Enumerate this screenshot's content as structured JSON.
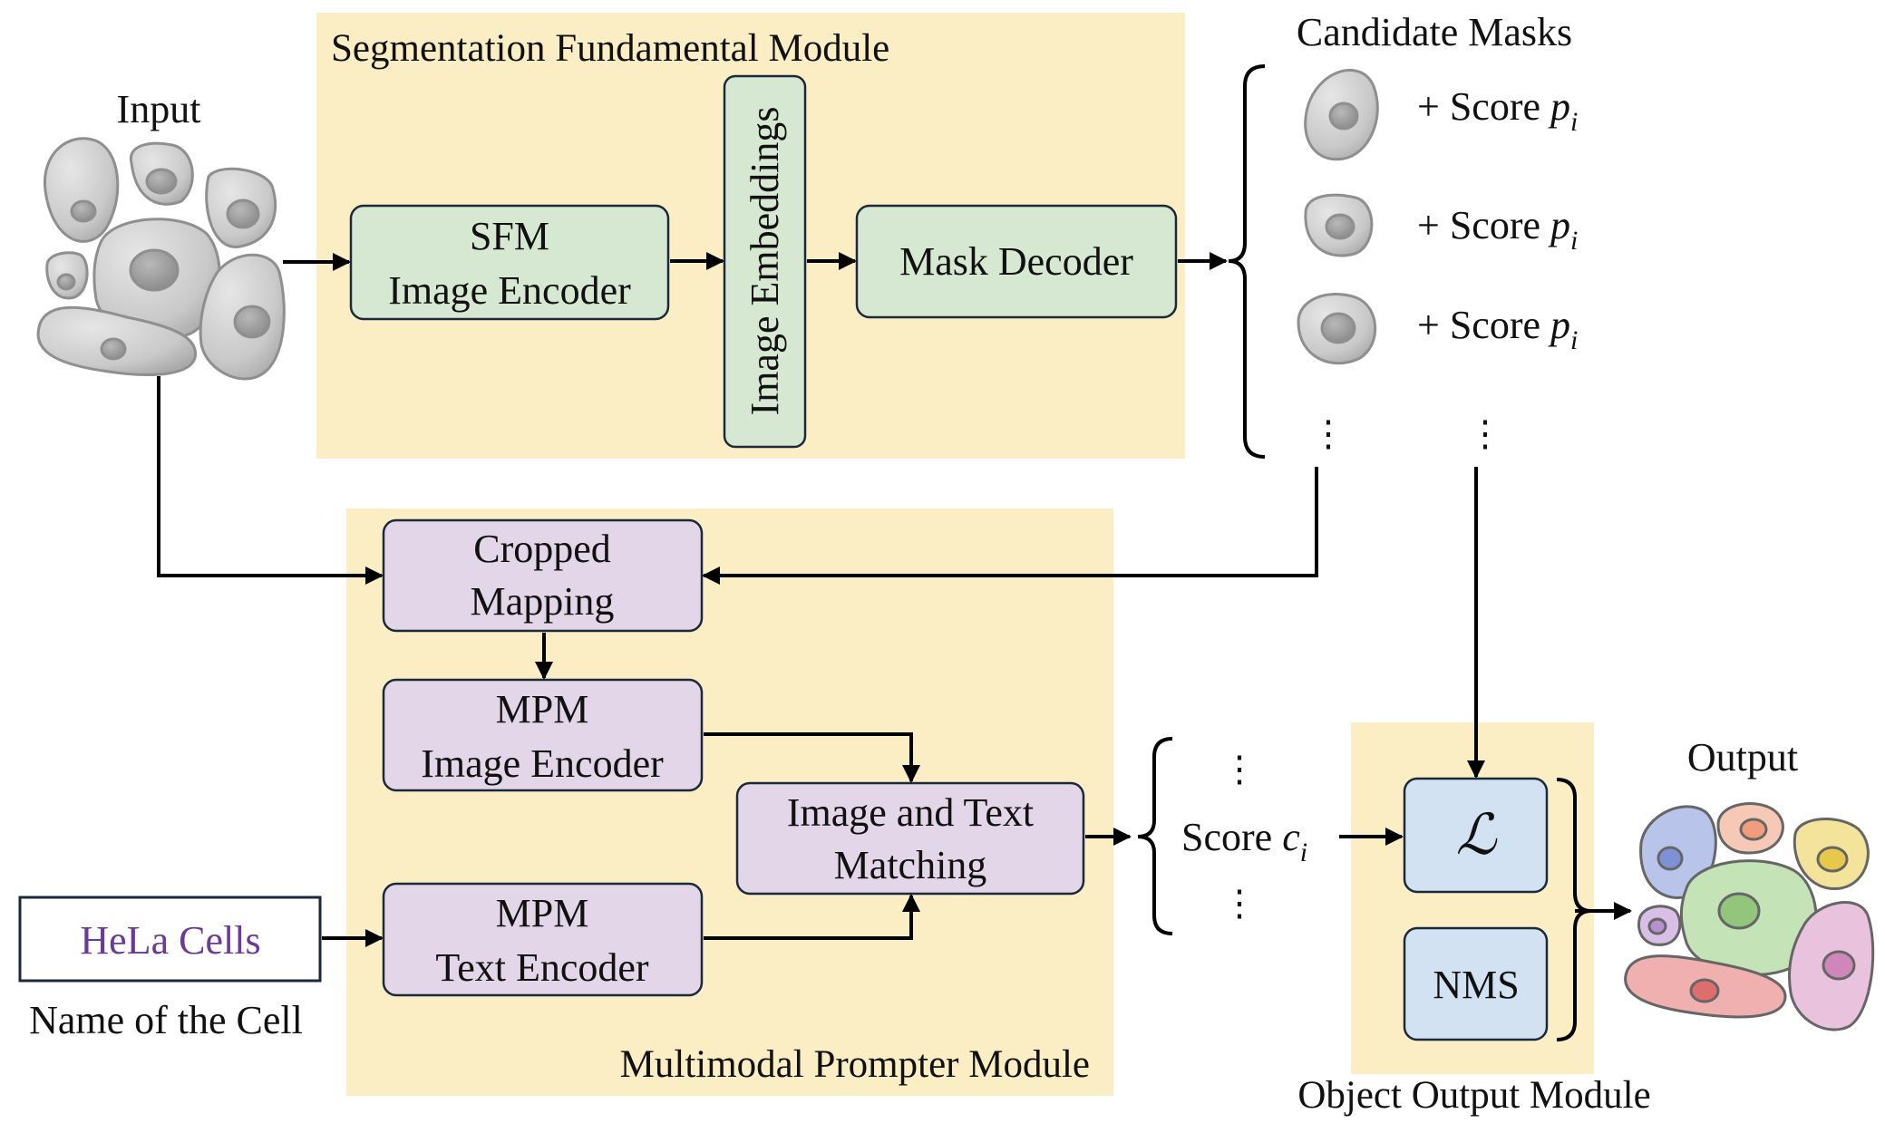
{
  "modules": {
    "sfm": {
      "title": "Segmentation Fundamental Module"
    },
    "mpm": {
      "title": "Multimodal Prompter Module"
    },
    "oom": {
      "title": "Object Output Module"
    }
  },
  "labels": {
    "input": "Input",
    "output": "Output",
    "candidate_masks": "Candidate Masks",
    "name_of_cell": "Name of the Cell",
    "vertical_dots": "⋮"
  },
  "blocks": {
    "sfm_encoder": {
      "line1": "SFM",
      "line2": "Image Encoder"
    },
    "image_embeddings": {
      "label": "Image Embeddings"
    },
    "mask_decoder": {
      "label": "Mask Decoder"
    },
    "cropped_mapping": {
      "line1": "Cropped",
      "line2": "Mapping"
    },
    "mpm_image_encoder": {
      "line1": "MPM",
      "line2": "Image Encoder"
    },
    "mpm_text_encoder": {
      "line1": "MPM",
      "line2": "Text Encoder"
    },
    "image_text_matching": {
      "line1": "Image and Text",
      "line2": "Matching"
    },
    "loss": {
      "label": "ℒ"
    },
    "nms": {
      "label": "NMS"
    }
  },
  "text_input": {
    "value": "HeLa Cells",
    "color": "#6a3a9a"
  },
  "scores": {
    "p_prefix": "+ Score ",
    "p_symbol": "p",
    "p_sub": "i",
    "c_prefix": "Score ",
    "c_symbol": "c",
    "c_sub": "i"
  },
  "colors": {
    "module_background": "#fbedc4",
    "sfm_block": "#d7e8d2",
    "mpm_block": "#e2d6e8",
    "oom_block": "#d3e2f3",
    "cell_gray": "#c8c8c8",
    "output_cells": [
      "#b8c4ea",
      "#f6c9b6",
      "#f4e39a",
      "#c4e3b6",
      "#d8bfe6",
      "#e9c2de",
      "#f0b0b0"
    ]
  }
}
